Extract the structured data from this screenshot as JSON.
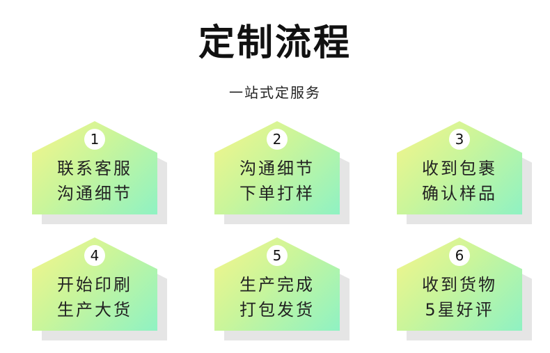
{
  "title": "定制流程",
  "subtitle": "一站式定服务",
  "steps": [
    {
      "number": "1",
      "line1": "联系客服",
      "line2": "沟通细节"
    },
    {
      "number": "2",
      "line1": "沟通细节",
      "line2": "下单打样"
    },
    {
      "number": "3",
      "line1": "收到包裹",
      "line2": "确认样品"
    },
    {
      "number": "4",
      "line1": "开始印刷",
      "line2": "生产大货"
    },
    {
      "number": "5",
      "line1": "生产完成",
      "line2": "打包发货"
    },
    {
      "number": "6",
      "line1": "收到货物",
      "line2": "5星好评"
    }
  ]
}
